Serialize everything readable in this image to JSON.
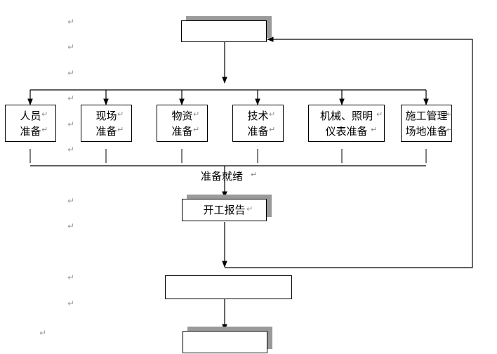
{
  "diagram": {
    "top_box": {
      "label": ""
    },
    "preparation_boxes": [
      {
        "id": "personnel",
        "lines": [
          "人员",
          "准备"
        ]
      },
      {
        "id": "site",
        "lines": [
          "现场",
          "准备"
        ]
      },
      {
        "id": "materials",
        "lines": [
          "物资",
          "准备"
        ]
      },
      {
        "id": "technical",
        "lines": [
          "技术",
          "准备"
        ]
      },
      {
        "id": "machinery",
        "lines": [
          "机械、照明",
          "仪表准备"
        ]
      },
      {
        "id": "construction-mgmt",
        "lines": [
          "施工管理",
          "场地准备"
        ]
      }
    ],
    "ready_label": "准备就绪",
    "report_box": {
      "label": "开工报告"
    },
    "lower_box": {
      "label": ""
    },
    "bottom_box": {
      "label": ""
    },
    "return_mark": "↵"
  },
  "colors": {
    "line": "#000000",
    "shadow": "#9a9a9a",
    "mark": "#a0a0a0"
  }
}
